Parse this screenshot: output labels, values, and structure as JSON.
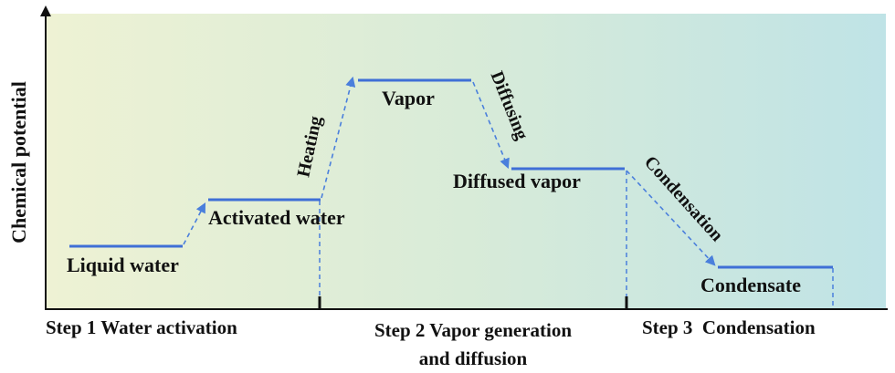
{
  "axis": {
    "ylabel": "Chemical potential"
  },
  "levels": {
    "liquid_water": "Liquid water",
    "activated_water": "Activated water",
    "vapor": "Vapor",
    "diffused_vapor": "Diffused vapor",
    "condensate": "Condensate"
  },
  "transitions": {
    "heating": "Heating",
    "diffusing": "Diffusing",
    "condensation": "Condensation"
  },
  "steps": {
    "step1": "Step 1 Water activation",
    "step2_line1": "Step 2 Vapor generation",
    "step2_line2": "and diffusion",
    "step3": "Step 3  Condensation"
  },
  "colors": {
    "level_line": "#3f6fd6",
    "arrow": "#4a7fdc",
    "bg_left": "#eef2d4",
    "bg_right": "#bfe3e6"
  }
}
